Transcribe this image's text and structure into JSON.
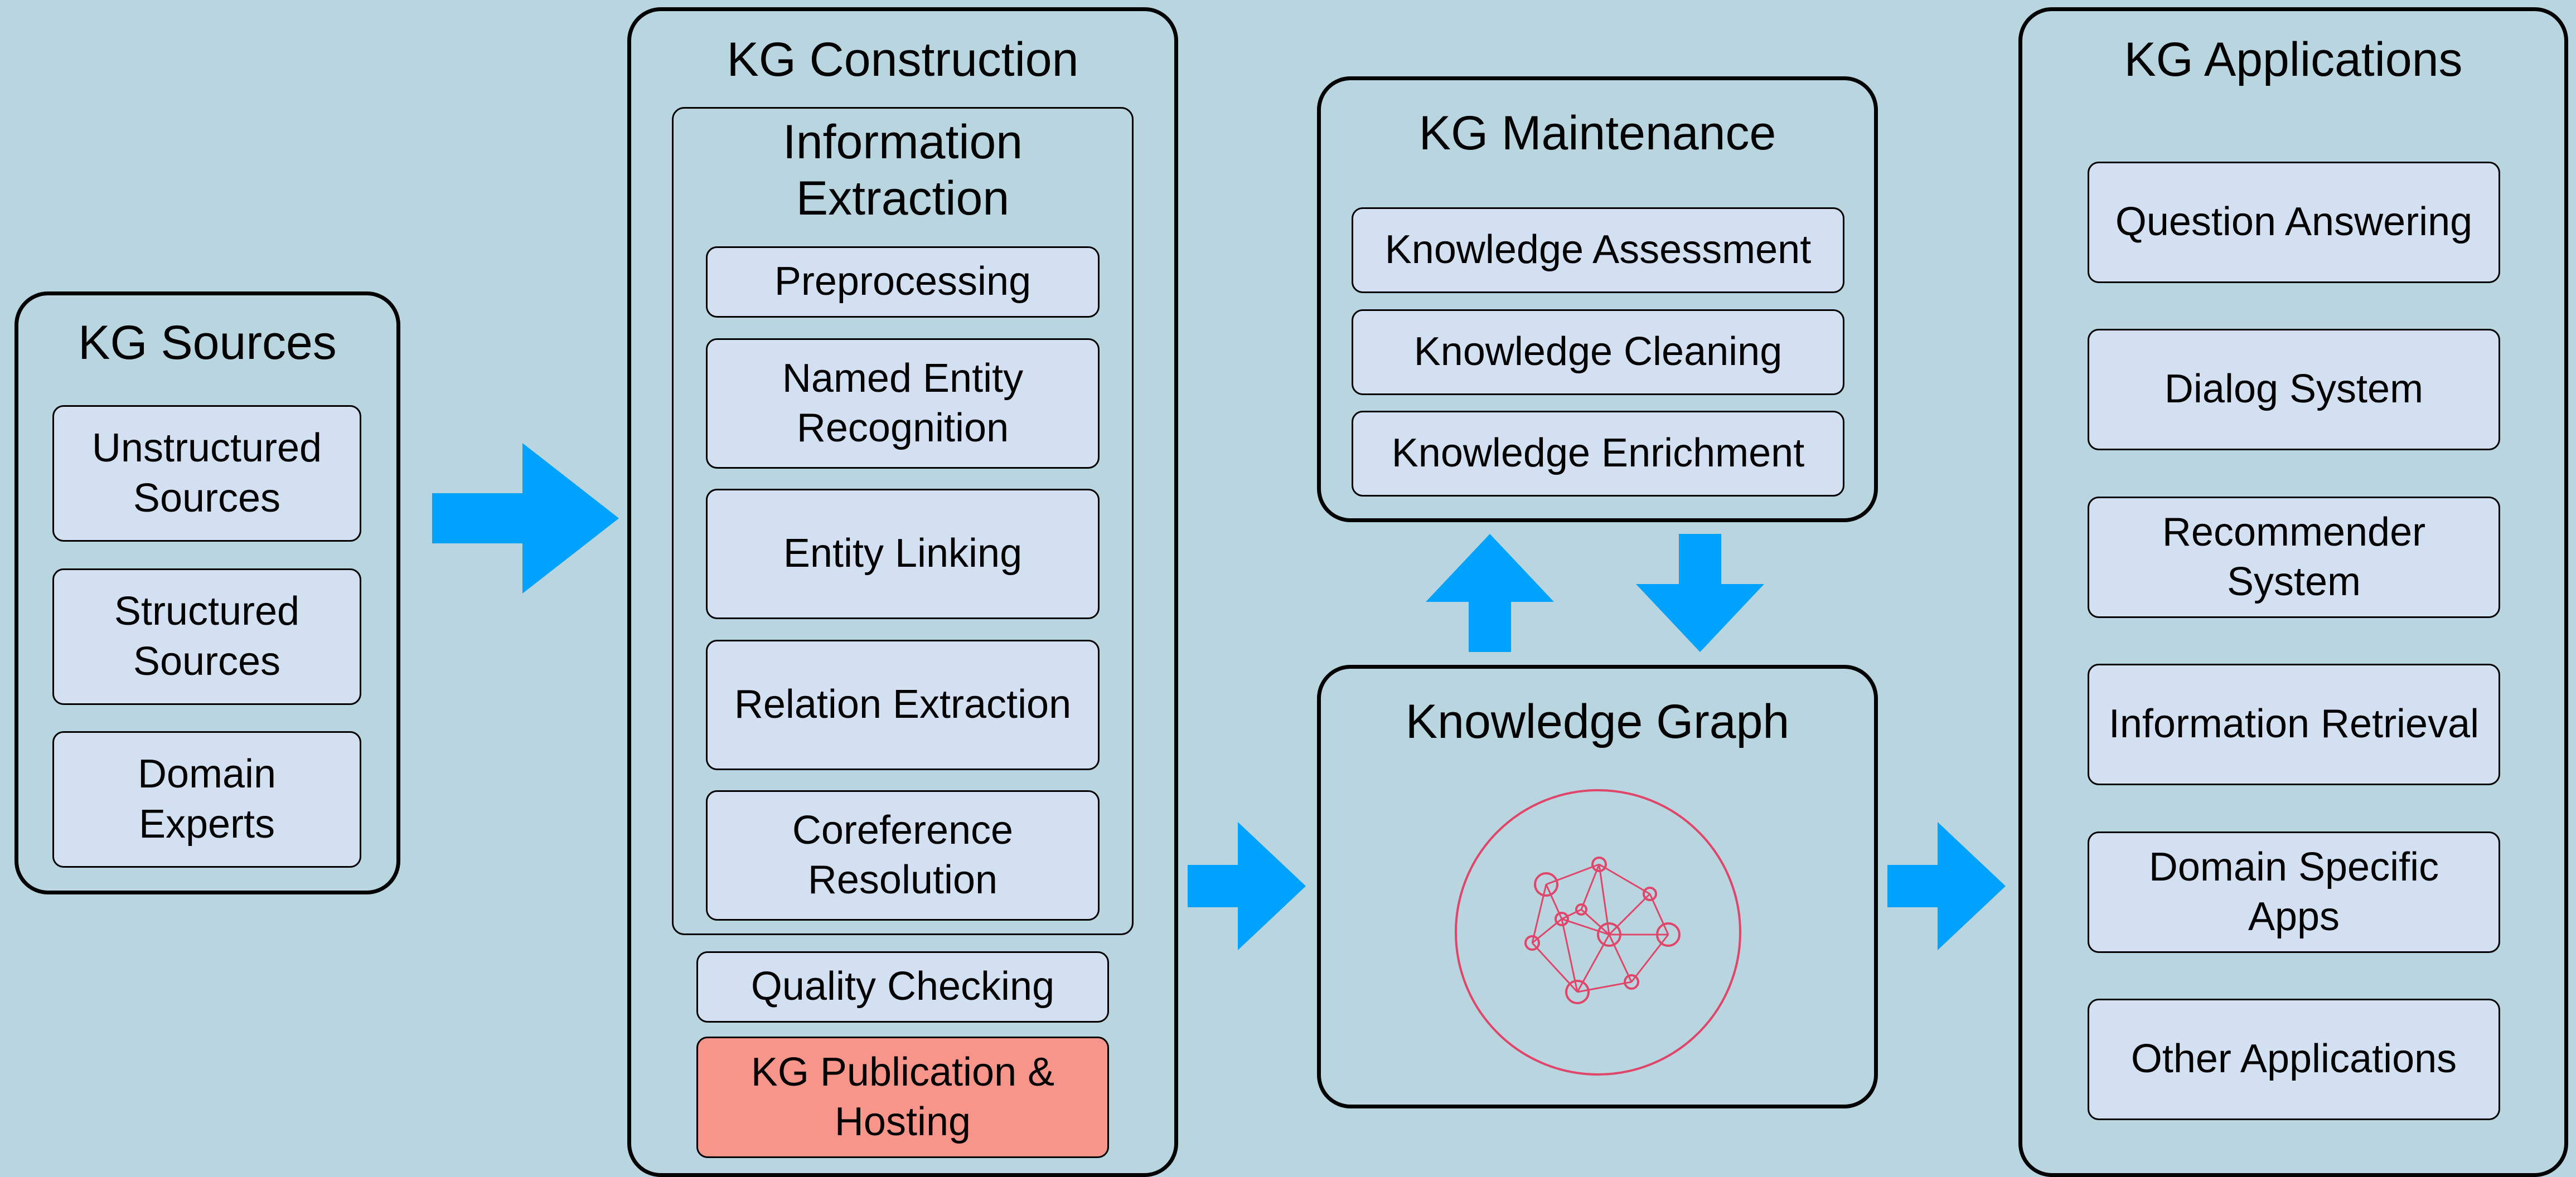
{
  "colors": {
    "background": "#b9d6e0",
    "box_fill": "#d3e0f1",
    "highlight_fill": "#f7958a",
    "arrow": "#00a2ff",
    "graph_icon": "#e0456a"
  },
  "sources": {
    "title": "KG Sources",
    "items": [
      "Unstructured\nSources",
      "Structured\nSources",
      "Domain\nExperts"
    ]
  },
  "construction": {
    "title": "KG Construction",
    "extraction": {
      "title": "Information\nExtraction",
      "items": [
        "Preprocessing",
        "Named Entity\nRecognition",
        "Entity Linking",
        "Relation Extraction",
        "Coreference\nResolution"
      ]
    },
    "quality": "Quality Checking",
    "publication": "KG Publication &\nHosting"
  },
  "maintenance": {
    "title": "KG Maintenance",
    "items": [
      "Knowledge Assessment",
      "Knowledge Cleaning",
      "Knowledge Enrichment"
    ]
  },
  "graph": {
    "title": "Knowledge Graph",
    "icon": "network-graph-icon"
  },
  "applications": {
    "title": "KG Applications",
    "items": [
      "Question Answering",
      "Dialog System",
      "Recommender\nSystem",
      "Information Retrieval",
      "Domain Specific\nApps",
      "Other Applications"
    ]
  }
}
